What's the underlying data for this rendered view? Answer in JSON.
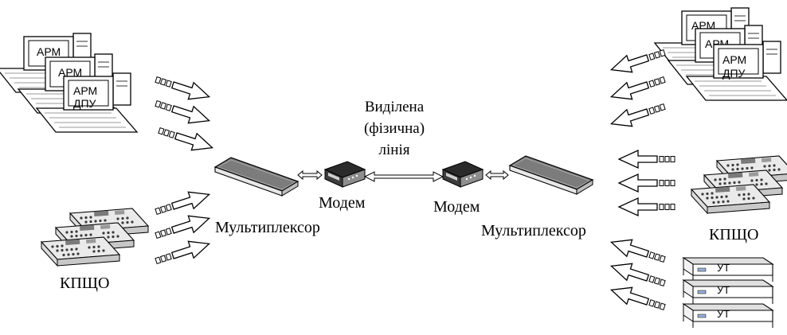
{
  "labels": {
    "multiplexer": "Мультиплексор",
    "modem": "Модем",
    "kpsho": "КПЩО",
    "line_1": "Виділена",
    "line_2": "(фізична)",
    "line_3": "лінія"
  },
  "screens": {
    "arm": "АРМ",
    "dpu": "ДПУ"
  },
  "terminal": "УТ"
}
